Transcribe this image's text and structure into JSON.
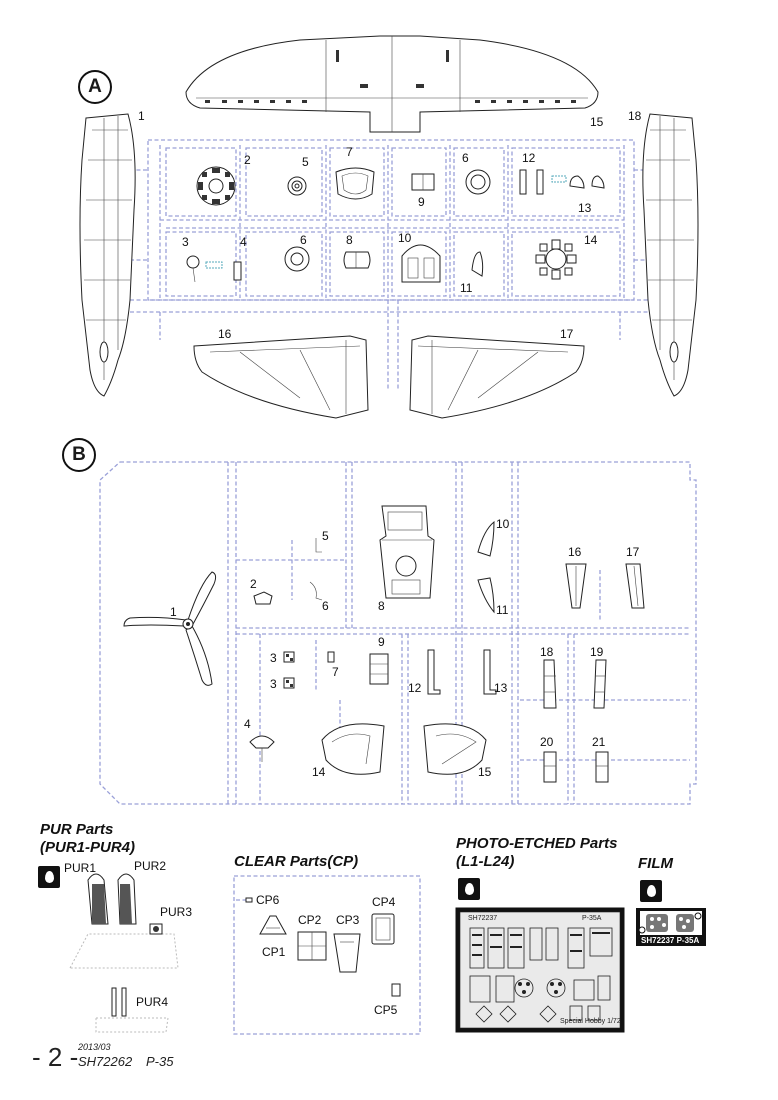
{
  "sprue_a": {
    "badge": "A",
    "parts": [
      "1",
      "2",
      "3",
      "4",
      "5",
      "6",
      "7",
      "8",
      "9",
      "10",
      "11",
      "12",
      "13",
      "14",
      "15",
      "16",
      "17",
      "18",
      "6"
    ]
  },
  "sprue_b": {
    "badge": "B",
    "parts": [
      "1",
      "2",
      "3",
      "3",
      "4",
      "5",
      "6",
      "7",
      "8",
      "9",
      "10",
      "11",
      "12",
      "13",
      "14",
      "15",
      "16",
      "17",
      "18",
      "19",
      "20",
      "21"
    ]
  },
  "pur": {
    "title_line1": "PUR Parts",
    "title_line2": "(PUR1-PUR4)",
    "parts": [
      "PUR1",
      "PUR2",
      "PUR3",
      "PUR4"
    ]
  },
  "clear": {
    "title": "CLEAR Parts(CP)",
    "parts": [
      "CP6",
      "CP1",
      "CP2",
      "CP3",
      "CP4",
      "CP5"
    ]
  },
  "photo_etched": {
    "title_line1": "PHOTO-ETCHED Parts",
    "title_line2": "(L1-L24)",
    "fret_code": "SH72237",
    "fret_type": "P-35A",
    "fret_brand": "Special Hobby 1/72"
  },
  "film": {
    "title": "FILM",
    "caption": "SH72237 P-35A"
  },
  "footer": {
    "page": "- 2 -",
    "date": "2013/03",
    "code": "SH72262",
    "model": "P-35"
  }
}
